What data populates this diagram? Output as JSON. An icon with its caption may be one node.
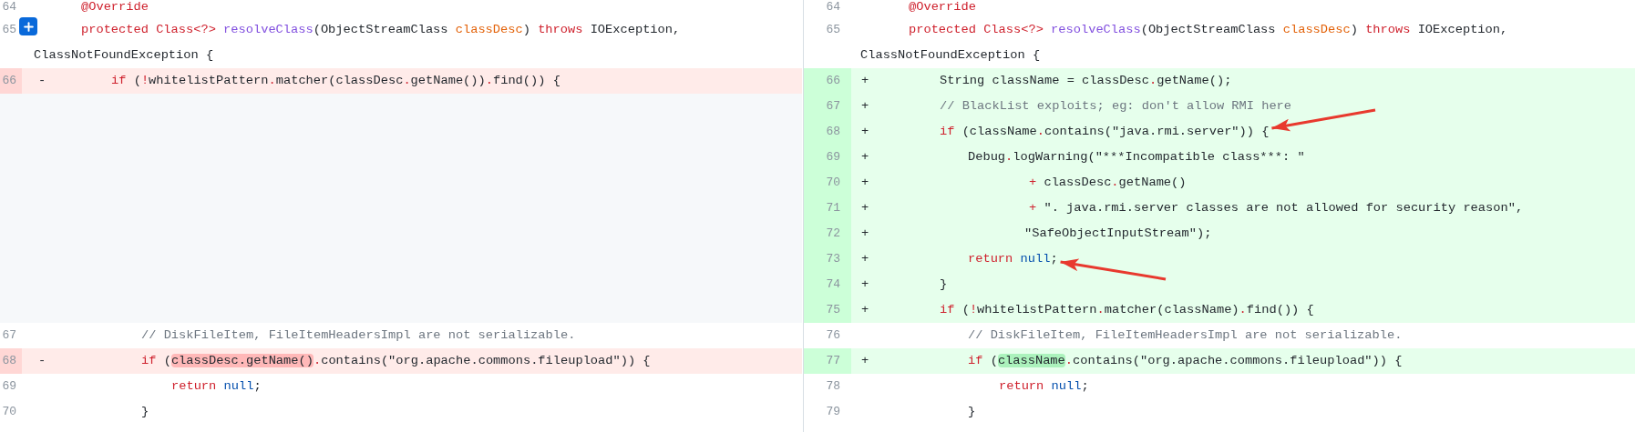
{
  "diagram": {
    "nodes": [
      {
        "text": [
          "if (className.contains(\"java.rmi.server\")) {"
        ]
      },
      {
        "text": [
          "return null;"
        ]
      }
    ],
    "edges": [
      {
        "from": null,
        "to": 0,
        "arrow": "to",
        "color": "#e8392e"
      },
      {
        "from": null,
        "to": 1,
        "arrow": "to",
        "color": "#e8392e"
      }
    ],
    "labels": [
      "64",
      "@Override",
      "64",
      "@Override",
      "65",
      "protected Class<?> resolveClass(ObjectStreamClass classDesc) throws IOException, ClassNotFoundException {",
      "65",
      "protected Class<?> resolveClass(ObjectStreamClass classDesc) throws IOException, ClassNotFoundException {",
      "66",
      "-",
      "if (!whitelistPattern.matcher(classDesc.getName()).find()) {",
      "66",
      "+",
      "String className = classDesc.getName();",
      "67",
      "+",
      "// BlackList exploits; eg: don't allow RMI here",
      "68",
      "+",
      "69",
      "+",
      "Debug.logWarning(\"***Incompatible class***: \"",
      "70",
      "+",
      "+ classDesc.getName()",
      "71",
      "+",
      "+ \". java.rmi.server classes are not allowed for security reason\",",
      "72",
      "+",
      "\"SafeObjectInputStream\");",
      "73",
      "+",
      "74",
      "+",
      "}",
      "75",
      "+",
      "if (!whitelistPattern.matcher(className).find()) {",
      "67",
      "// DiskFileItem, FileItemHeadersImpl are not serializable.",
      "76",
      "// DiskFileItem, FileItemHeadersImpl are not serializable.",
      "68",
      "-",
      "if (classDesc.getName().contains(\"org.apache.commons.fileupload\")) {",
      "77",
      "+",
      "if (className.contains(\"org.apache.commons.fileupload\")) {",
      "69",
      "return null;",
      "78",
      "return null;",
      "70",
      "}",
      "79",
      "}"
    ]
  }
}
